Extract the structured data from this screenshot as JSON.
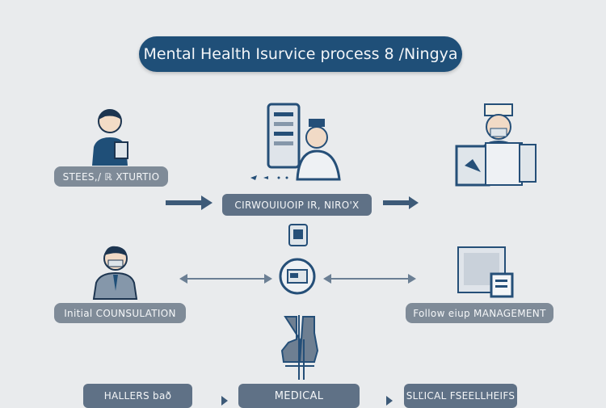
{
  "title": "Mental Health Isurvice process 8 /Ningya",
  "steps": {
    "top_left": "STEES,/ ℝ XTURTIO",
    "top_center": "CIRWOUIUOIP IR, NIRO'X",
    "mid_left": "Initial COUNSULATION",
    "mid_right": "Follow eiup MANAGEMENT",
    "bottom_left": "HALLERS bað",
    "bottom_center": "MEDICAL",
    "bottom_right": "SLĽICAL FSEELLHEIFS"
  },
  "colors": {
    "background": "#e9ebed",
    "title": "#1f4f78",
    "label": "#7f8b98",
    "label_dark": "#5f7186",
    "icon": "#254f78"
  }
}
